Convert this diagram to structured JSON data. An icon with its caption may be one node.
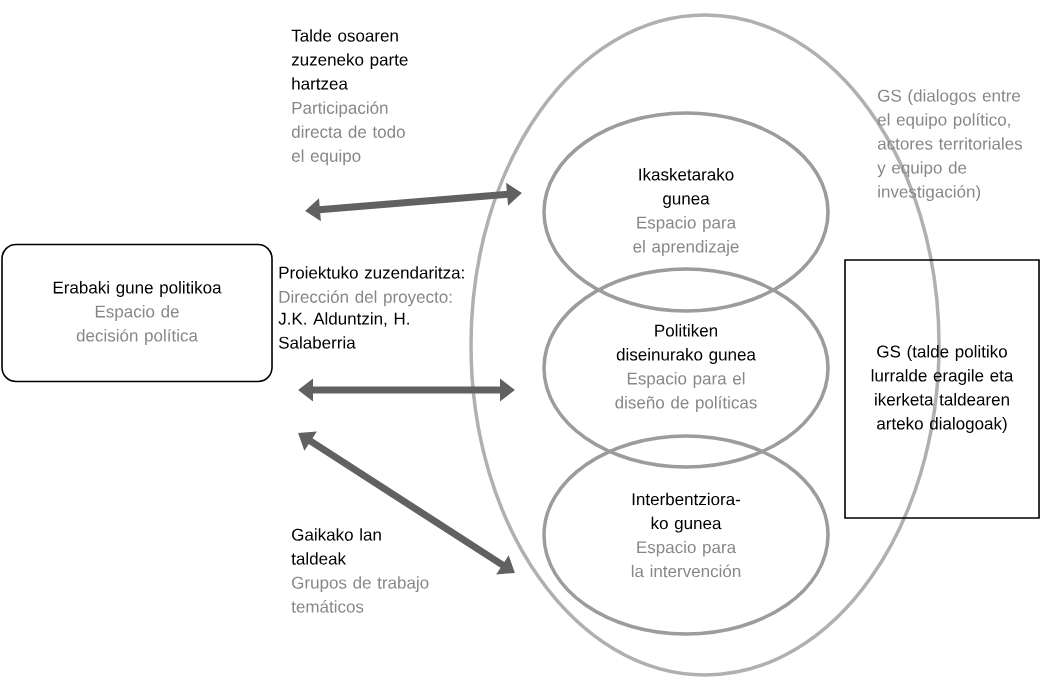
{
  "diagram": {
    "nodes": [
      {
        "text": [
          "Erabaki gune politikoa",
          "Espacio de decisión política"
        ]
      },
      {
        "text": [],
        "shape": "ellipse"
      },
      {
        "text": [
          "Ikasketarako gunea",
          "Espacio para el aprendizaje"
        ],
        "in": 1
      },
      {
        "text": [
          "Politiken diseinurako gunea",
          "Espacio para el diseño de políticas"
        ],
        "in": 1
      },
      {
        "text": [
          "Interbentziora-ko gunea",
          "Espacio para la intervención"
        ],
        "in": 1
      },
      {
        "text": [
          "GS (talde politiko lurralde eragile eta ikerketa taldearen arteko dialogoak)"
        ]
      }
    ],
    "edges": [
      {
        "from": 0,
        "to": 2,
        "arrow": "both"
      },
      {
        "from": 0,
        "to": 3,
        "arrow": "both"
      },
      {
        "from": 0,
        "to": 4,
        "arrow": "both"
      }
    ],
    "labels": [
      "Talde osoaren zuzeneko parte hartzea",
      "Participación directa de todo el equipo",
      "Proiektuko zuzendaritza:",
      "Dirección del proyecto:",
      "J.K. Alduntzin, H. Salaberria",
      "GS (dialogos entre el equipo político, actores territoriales y equipo de investigación)",
      "Gaikako lan taldeak",
      "Grupos de trabajo temáticos"
    ]
  }
}
